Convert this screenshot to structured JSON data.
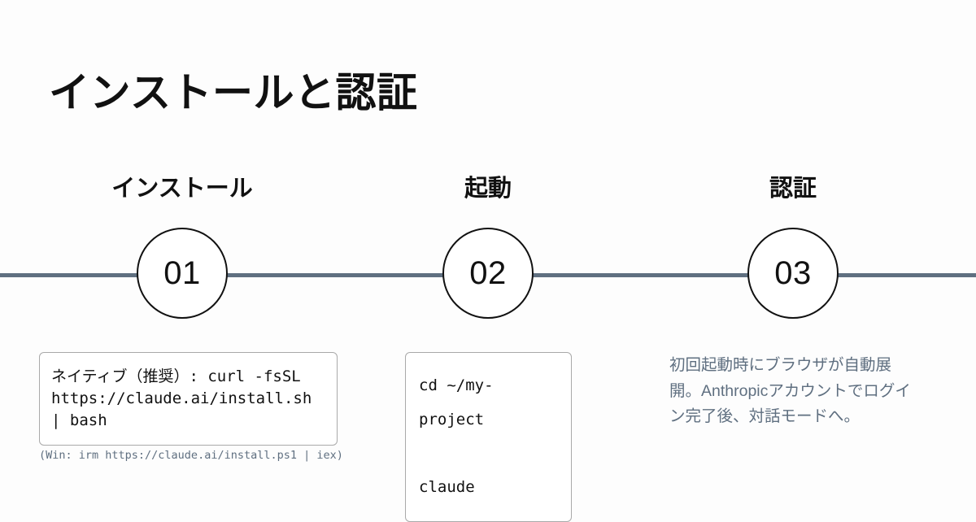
{
  "slide": {
    "title": "インストールと認証",
    "background_color": "#fdfdfd",
    "accent_color": "#5f6f80",
    "text_color": "#111111"
  },
  "timeline": {
    "line_color": "#5f6f80",
    "steps": [
      {
        "number": "01",
        "label": "インストール",
        "code": "ネイティブ（推奨）: curl -fsSL https://claude.ai/install.sh | bash",
        "note": "(Win: irm https://claude.ai/install.ps1 | iex)"
      },
      {
        "number": "02",
        "label": "起動",
        "code": "cd ~/my-project\n\nclaude"
      },
      {
        "number": "03",
        "label": "認証",
        "description": "初回起動時にブラウザが自動展開。Anthropicアカウントでログイン完了後、対話モードへ。"
      }
    ]
  }
}
